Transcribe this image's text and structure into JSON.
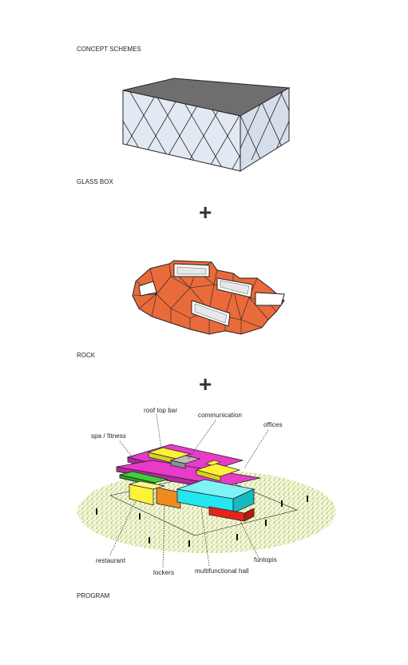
{
  "sections": {
    "title": "CONCEPT SCHEMES",
    "glass_box": "GLASS BOX",
    "rock": "ROCK",
    "program": "PROGRAM"
  },
  "operators": {
    "plus_1": "+",
    "plus_2": "+"
  },
  "program_labels": {
    "roof_top_bar": "roof top bar",
    "communication": "communication",
    "spa_fitness": "spa / fitness",
    "offices": "offices",
    "restaurant": "restaurant",
    "lockers": "lockers",
    "multifunctional_hall": "multifunctional hall",
    "funtopis": "funtopis"
  },
  "colors": {
    "glass_top": "#6e6e6e",
    "glass_side": "#dfe6f2",
    "rock": "#e96a3a",
    "magenta": "#e63cc8",
    "yellow": "#fff23a",
    "cyan": "#22e6f0",
    "red": "#e8231a",
    "orange": "#f08a1e",
    "green": "#3fd13a",
    "grey": "#a9a9a9",
    "grass": "#a8c23a"
  }
}
